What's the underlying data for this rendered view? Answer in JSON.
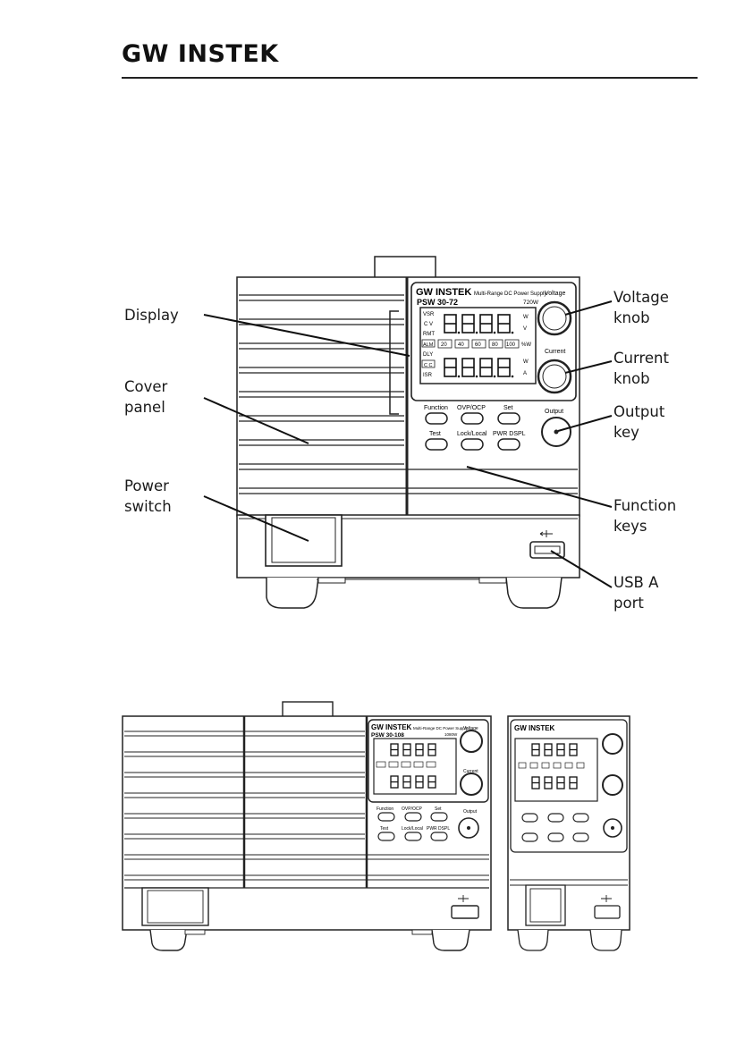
{
  "header": {
    "logo_text": "GW INSTEK"
  },
  "callouts": {
    "display": "Display",
    "cover_panel": "Cover\npanel",
    "power_switch": "Power\nswitch",
    "voltage_knob": "Voltage\nknob",
    "current_knob": "Current\nknob",
    "output_key": "Output\nkey",
    "function_keys": "Function\nkeys",
    "usb_port": "USB A\nport"
  },
  "unit_main": {
    "brand": "GW INSTEK",
    "tagline": "Multi-Range DC Power Supply",
    "model": "PSW 30-72",
    "power": "720W",
    "voltage_label": "Voltage",
    "current_label": "Current",
    "output_label": "Output",
    "status_left_top": [
      "VSR",
      "C V",
      "RMT"
    ],
    "status_left_mid": "ALM",
    "status_left_bottom": [
      "DLY",
      "C C",
      "ISR"
    ],
    "units_top": [
      "W",
      "V"
    ],
    "units_bottom": [
      "W",
      "A"
    ],
    "bar_labels": [
      "20",
      "40",
      "60",
      "80",
      "100",
      "%W"
    ],
    "keys_row1": [
      "Function",
      "OVP/OCP",
      "Set"
    ],
    "keys_row2": [
      "Test",
      "Lock/Local",
      "PWR DSPL"
    ],
    "digits": "8.8.8.8."
  },
  "unit_wide": {
    "brand": "GW INSTEK",
    "tagline": "Multi-Range DC Power Supply",
    "model": "PSW 30-108",
    "power": "1080W",
    "voltage_label": "Voltage",
    "current_label": "Current",
    "output_label": "Output",
    "keys_row1": [
      "Function",
      "OVP/OCP",
      "Set"
    ],
    "keys_row2": [
      "Test",
      "Lock/Local",
      "PWR DSPL"
    ]
  },
  "unit_narrow": {
    "brand": "GW INSTEK"
  }
}
